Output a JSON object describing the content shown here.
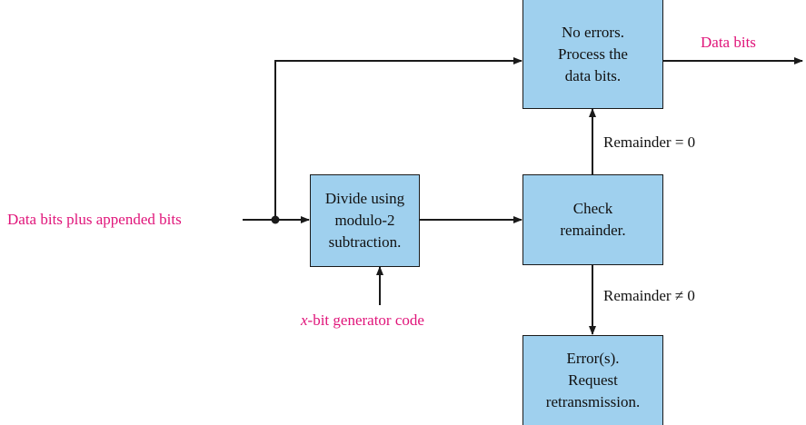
{
  "colors": {
    "box_fill": "#9fd0ee",
    "accent": "#e0157a",
    "line": "#1a1a1a"
  },
  "boxes": {
    "no_errors": "No errors.\nProcess the\ndata bits.",
    "divide": "Divide using\nmodulo-2\nsubtraction.",
    "check": "Check\nremainder.",
    "errors": "Error(s).\nRequest\nretransmission."
  },
  "labels": {
    "input": "Data bits plus appended bits",
    "output": "Data bits",
    "remainder_zero": "Remainder = 0",
    "remainder_nonzero": "Remainder ≠ 0",
    "generator_var": "x",
    "generator_rest": "-bit generator code"
  }
}
